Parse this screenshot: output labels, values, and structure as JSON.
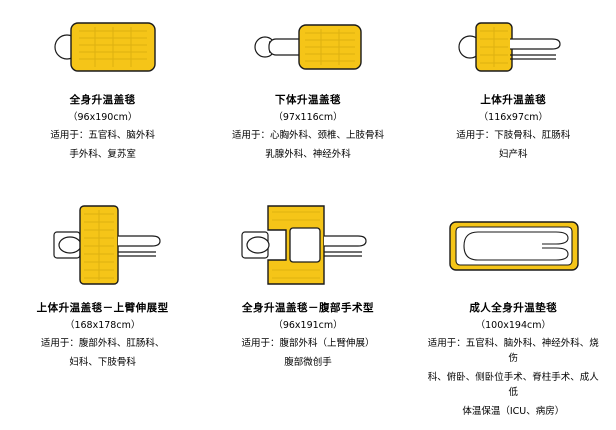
{
  "colors": {
    "blanket_fill": "#F5C518",
    "blanket_fill_light": "#FAD961",
    "outline": "#1a1a1a",
    "hose_fill": "#ffffff",
    "background": "#ffffff",
    "text": "#000000"
  },
  "products": [
    {
      "id": "full-body-warming-blanket",
      "title": "全身升温盖毯",
      "dims": "（96x190cm）",
      "desc": "适用于：五官科、脑外科\n手外科、复苏室",
      "desc_lines": [
        "适用于：五官科、脑外科",
        "手外科、复苏室"
      ],
      "art": "full-body"
    },
    {
      "id": "lower-body-warming-blanket",
      "title": "下体升温盖毯",
      "dims": "（97x116cm）",
      "desc": "适用于：心胸外科、颈椎、上肢骨科\n乳腺外科、神经外科",
      "desc_lines": [
        "适用于：心胸外科、颈椎、上肢骨科",
        "乳腺外科、神经外科"
      ],
      "art": "lower-body"
    },
    {
      "id": "upper-body-warming-blanket",
      "title": "上体升温盖毯",
      "dims": "（116x97cm）",
      "desc": "适用于：下肢骨科、肛肠科\n妇产科",
      "desc_lines": [
        "适用于：下肢骨科、肛肠科",
        "妇产科"
      ],
      "art": "upper-body"
    },
    {
      "id": "upper-body-arm-extension-type",
      "title": "上体升温盖毯－上臂伸展型",
      "dims": "（168x178cm）",
      "desc": "适用于：腹部外科、肛肠科、\n妇科、下肢骨科",
      "desc_lines": [
        "适用于：腹部外科、肛肠科、",
        "妇科、下肢骨科"
      ],
      "art": "upper-body-arm"
    },
    {
      "id": "full-body-abdominal-surgery-type",
      "title": "全身升温盖毯－腹部手术型",
      "dims": "（96x191cm）",
      "desc": "适用于：腹部外科（上臂伸展）\n腹部微创手",
      "desc_lines": [
        "适用于：腹部外科（上臂伸展）",
        "腹部微创手"
      ],
      "art": "full-body-abdominal"
    },
    {
      "id": "adult-full-body-warming-mattress",
      "title": "成人全身升温垫毯",
      "dims": "（100x194cm）",
      "desc": "适用于：五官科、脑外科、神经外科、烧伤科、俯卧、侧卧位手术、脊柱手术、成人低体温保温（ICU、病房）",
      "desc_lines": [
        "适用于：五官科、脑外科、神经外科、烧伤",
        "科、俯卧、侧卧位手术、脊柱手术、成人低",
        "体温保温（ICU、病房）"
      ],
      "art": "adult-mattress"
    }
  ]
}
